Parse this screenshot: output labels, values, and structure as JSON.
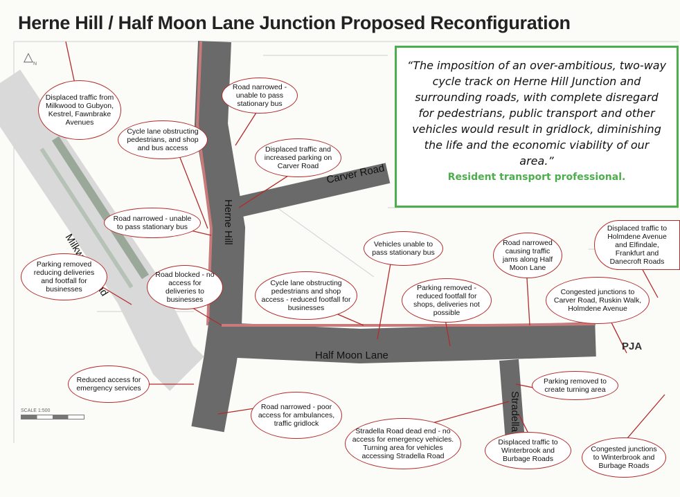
{
  "title": "Herne Hill / Half Moon Lane Junction Proposed Reconfiguration",
  "quote": {
    "text": "“The imposition of an over-ambitious, two-way cycle track on Herne Hill Junction and surrounding roads, with complete disregard for pedestrians, public transport and other vehicles would result in gridlock, diminishing the life and the economic viability of our area.”",
    "attribution": "Resident transport professional."
  },
  "roads": {
    "milkwood": "Milkwood Road",
    "herne_hill": "Herne Hill",
    "carver": "Carver Road",
    "half_moon": "Half Moon Lane",
    "stradella": "Stradella Road"
  },
  "bubbles": [
    "Displaced traffic from Milkwood to Gubyon, Kestrel, Fawnbrake Avenues",
    "Road narrowed - unable to pass stationary bus",
    "Cycle lane obstructing pedestrians, and shop and bus access",
    "Displaced traffic and increased parking on Carver Road",
    "Road narrowed - unable to pass stationary bus",
    "Parking removed reducing deliveries and footfall for businesses",
    "Road blocked - no access for deliveries to businesses",
    "Vehicles unable to pass stationary bus",
    "Cycle lane obstructing pedestrians and shop access - reduced footfall for businesses",
    "Road narrowed causing traffic jams along Half Moon Lane",
    "Parking removed - reduced footfall for shops, deliveries not possible",
    "Displaced traffic to Holmdene Avenue and Elfindale, Frankfurt and Danecroft Roads",
    "Congested junctions to Carver Road, Ruskin Walk, Holmdene Avenue",
    "Reduced access for emergency services",
    "Road narrowed - poor access for ambulances, traffic gridlock",
    "Parking removed to create turning area",
    "Stradella Road dead end - no access for emergency vehicles. Turning area for vehicles accessing Stradella Road",
    "Displaced traffic to Winterbrook and Burbage Roads",
    "Congested junctions to Winterbrook and Burbage Roads"
  ],
  "logo": "PJA",
  "scale": "SCALE 1:500",
  "north": "N"
}
